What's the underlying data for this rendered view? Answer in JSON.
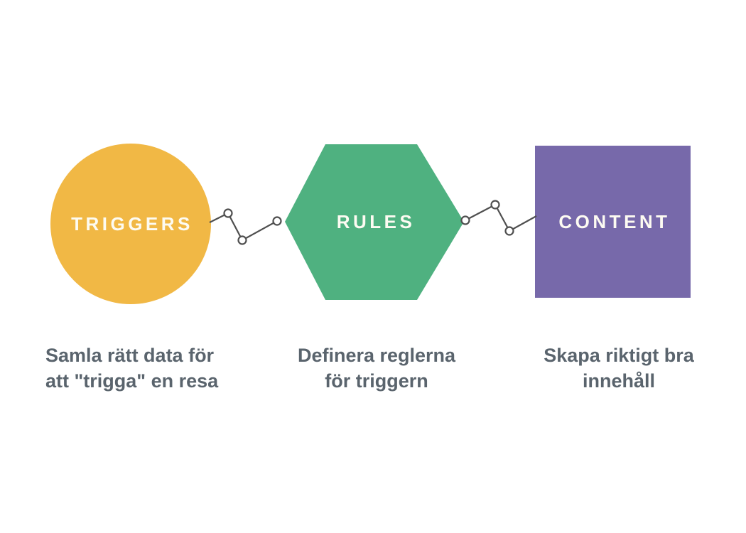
{
  "diagram": {
    "background_color": "#ffffff",
    "connector_color": "#4f4f4f",
    "node_fill_color": "#ffffff",
    "label_text_color": "#fdfbf2",
    "caption_text_color": "#5a646d",
    "steps": [
      {
        "label": "TRIGGERS",
        "shape": "circle-icon",
        "color": "#f1b845",
        "caption_line1": "Samla rätt data för",
        "caption_line2": "att \"trigga\" en resa"
      },
      {
        "label": "RULES",
        "shape": "hexagon-icon",
        "color": "#4fb180",
        "caption_line1": "Definera reglerna",
        "caption_line2": "för triggern"
      },
      {
        "label": "CONTENT",
        "shape": "square-icon",
        "color": "#7769aa",
        "caption_line1": "Skapa riktigt bra",
        "caption_line2": "innehåll"
      }
    ]
  }
}
